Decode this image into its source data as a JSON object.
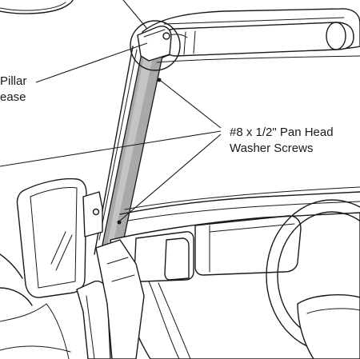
{
  "labels": {
    "pillar_line1": "Pillar",
    "pillar_line2": "ease",
    "screws_line1": "#8 x 1/2\" Pan Head",
    "screws_line2": "Washer Screws"
  },
  "colors": {
    "ink": "#1a1a1a",
    "pillar_fill": "#a9a9a9",
    "background": "#ffffff"
  }
}
